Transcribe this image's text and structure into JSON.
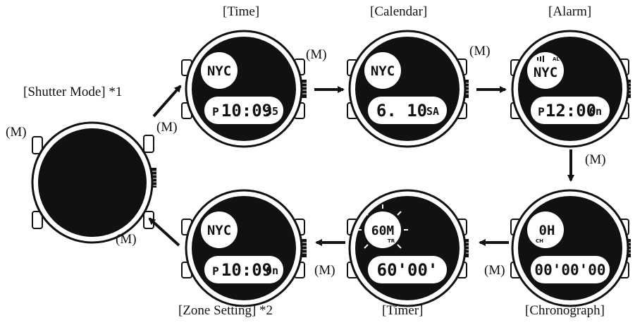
{
  "modes": {
    "shutter": {
      "label": "[Shutter Mode] *1"
    },
    "time": {
      "label": "[Time]",
      "city": "NYC",
      "display_main": "10:09",
      "display_small": "35",
      "prefix": "P"
    },
    "calendar": {
      "label": "[Calendar]",
      "city": "NYC",
      "display_main": "6. 10",
      "display_small": "SA"
    },
    "alarm": {
      "label": "[Alarm]",
      "city": "NYC",
      "indicator": "AL",
      "display_main": "12:00",
      "display_small": "0n",
      "prefix": "P"
    },
    "chronograph": {
      "label": "[Chronograph]",
      "city": "0H",
      "indicator": "CH",
      "display_main": "00'00'00"
    },
    "timer": {
      "label": "[Timer]",
      "city": "60M",
      "indicator": "TR",
      "display_main": "60'00'"
    },
    "zone": {
      "label": "[Zone Setting] *2",
      "city": "NYC",
      "display_main": "10:09",
      "display_small": "0n",
      "prefix": "P"
    }
  },
  "button_label": "(M)",
  "colors": {
    "ink": "#111111",
    "background": "#ffffff",
    "display_bg": "#ffffff"
  }
}
